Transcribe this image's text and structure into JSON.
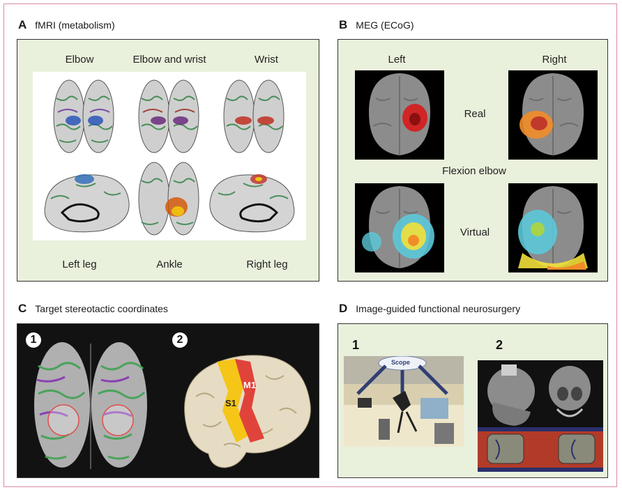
{
  "panels": {
    "a": {
      "letter": "A",
      "title": "fMRI (metabolism)",
      "labels": [
        "Elbow",
        "Elbow and wrist",
        "Wrist",
        "Left leg",
        "Ankle",
        "Right leg"
      ]
    },
    "b": {
      "letter": "B",
      "title": "MEG (ECoG)",
      "col_left": "Left",
      "col_right": "Right",
      "row_real": "Real",
      "mid": "Flexion elbow",
      "row_virtual": "Virtual"
    },
    "c": {
      "letter": "C",
      "title": "Target stereotactic coordinates",
      "num1": "1",
      "num2": "2",
      "m1": "M1",
      "s1": "S1"
    },
    "d": {
      "letter": "D",
      "title": "Image-guided functional neurosurgery",
      "num1": "1",
      "num2": "2",
      "scope_label": "Scope"
    }
  }
}
